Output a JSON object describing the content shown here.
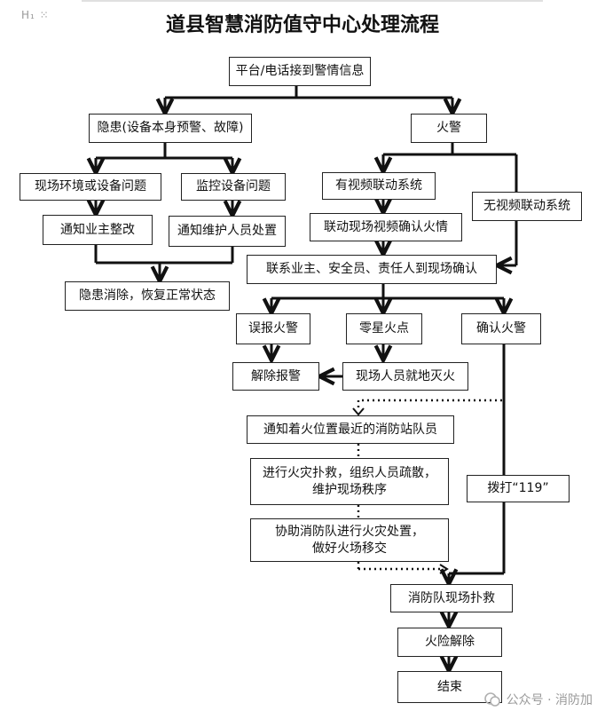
{
  "toolbar": {
    "heading_marker": "H₁ ⁙"
  },
  "title": "道县智慧消防值守中心处理流程",
  "nodes": {
    "start": "平台/电话接到警情信息",
    "hidden_danger": "隐患(设备本身预警、故障)",
    "fire_alarm": "火警",
    "env_problem": "现场环境或设备问题",
    "monitor_problem": "监控设备问题",
    "with_video": "有视频联动系统",
    "no_video": "无视频联动系统",
    "notify_owner": "通知业主整改",
    "notify_maint": "通知维护人员处置",
    "video_confirm": "联动现场视频确认火情",
    "contact_confirm": "联系业主、安全员、责任人到现场确认",
    "resolved": "隐患消除，恢复正常状态",
    "false_alarm": "误报火警",
    "small_fire": "零星火点",
    "confirmed": "确认火警",
    "cancel_alarm": "解除报警",
    "extinguish": "现场人员就地灭火",
    "notify_station": "通知着火位置最近的消防站队员",
    "rescue": "进行火灾扑救，组织人员疏散，\n维护现场秩序",
    "call_119": "拨打“119”",
    "assist": "协助消防队进行火灾处置，\n做好火场移交",
    "brigade": "消防队现场扑救",
    "cleared": "火险解除",
    "end": "结束"
  },
  "watermark": "公众号 · 消防加"
}
